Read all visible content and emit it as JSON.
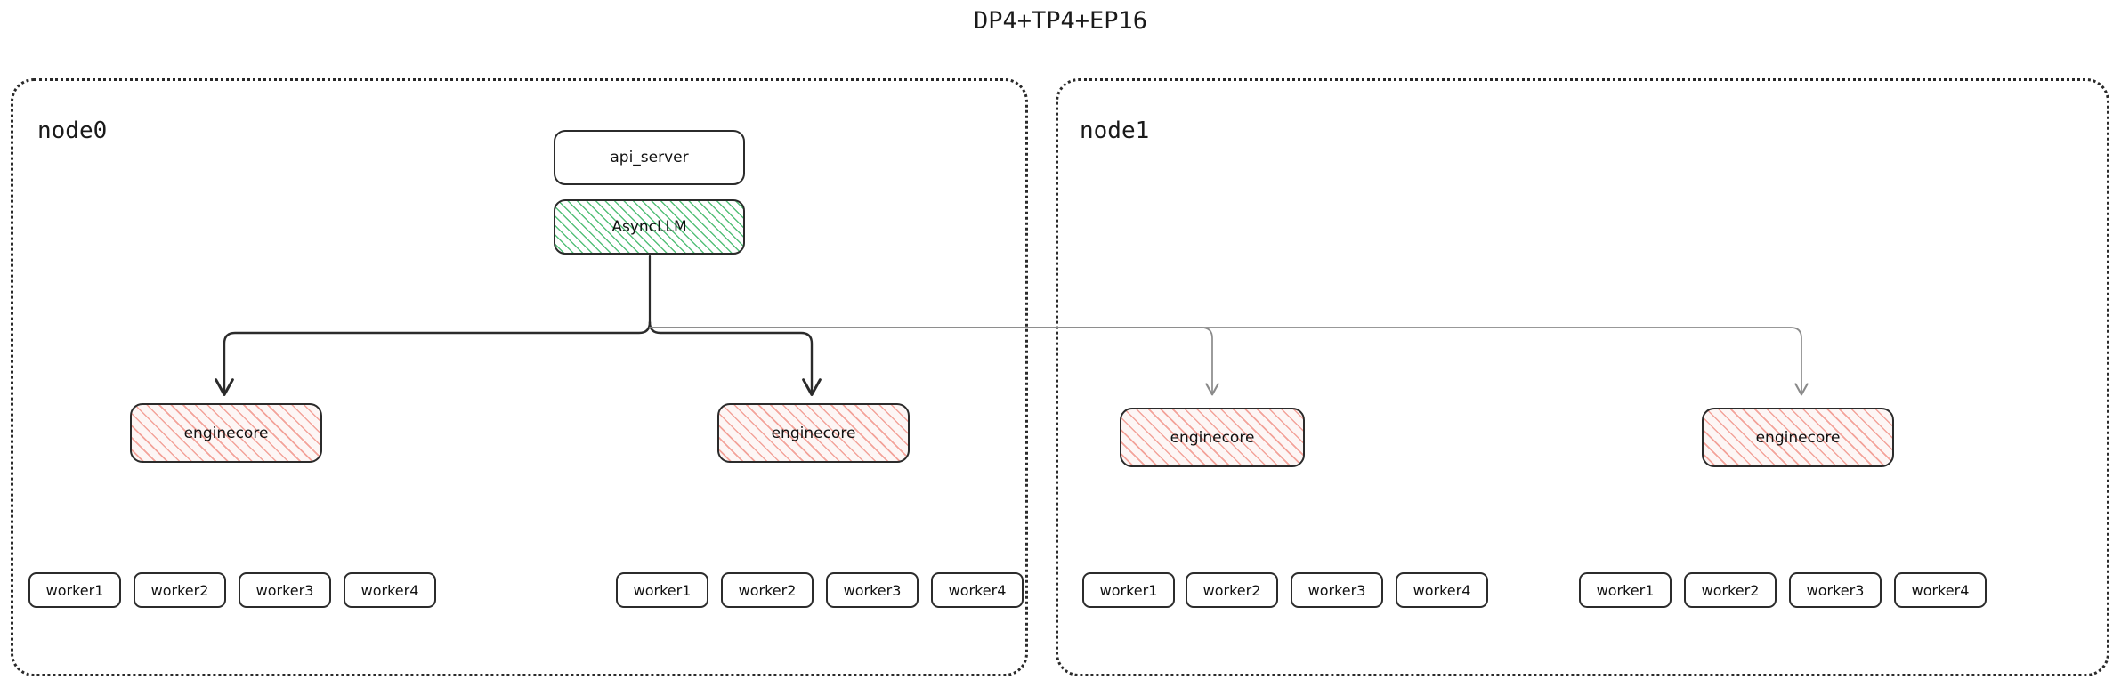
{
  "title": "DP4+TP4+EP16",
  "colors": {
    "background": "#ffffff",
    "text": "#111111",
    "node_border": "#2a2a2a",
    "box_border": "#2b2b2b",
    "async_hatch": "#55c07a",
    "engine_hatch": "#f3a39a",
    "arrow_local": "#2b2b2b",
    "arrow_remote": "#8a8a8a"
  },
  "nodes": [
    {
      "id": "node0",
      "label": "node0",
      "boxes": {
        "api_server": "api_server",
        "async_llm": "AsyncLLM"
      },
      "enginecores": [
        {
          "label": "enginecore",
          "workers": [
            "worker1",
            "worker2",
            "worker3",
            "worker4"
          ]
        },
        {
          "label": "enginecore",
          "workers": [
            "worker1",
            "worker2",
            "worker3",
            "worker4"
          ]
        }
      ]
    },
    {
      "id": "node1",
      "label": "node1",
      "enginecores": [
        {
          "label": "enginecore",
          "workers": [
            "worker1",
            "worker2",
            "worker3",
            "worker4"
          ]
        },
        {
          "label": "enginecore",
          "workers": [
            "worker1",
            "worker2",
            "worker3",
            "worker4"
          ]
        }
      ]
    }
  ]
}
